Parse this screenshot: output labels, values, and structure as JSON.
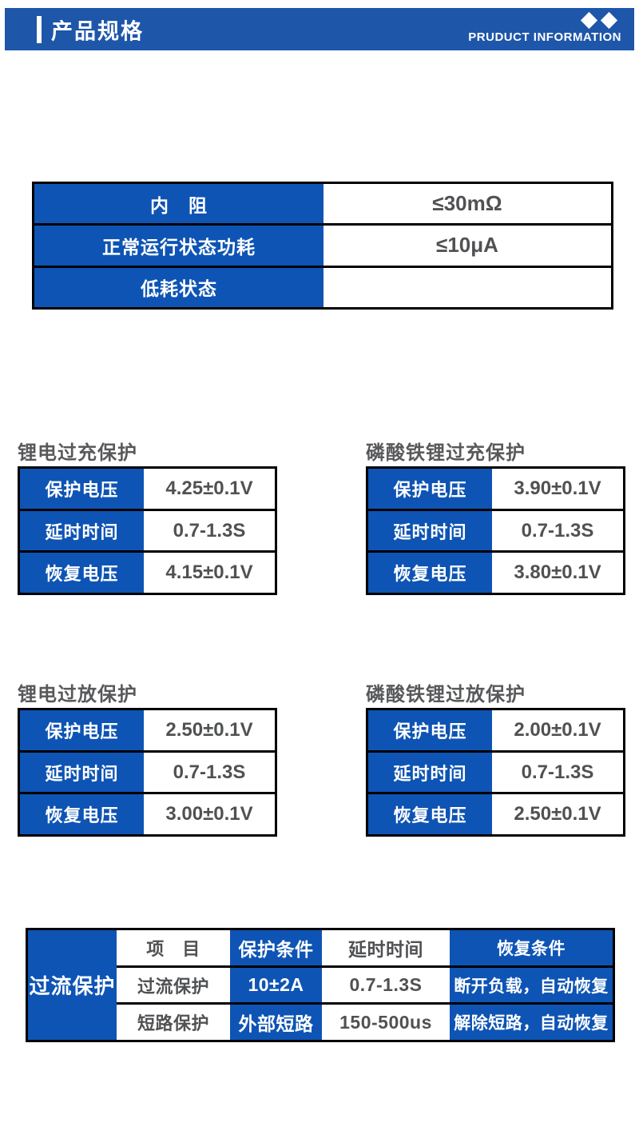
{
  "header": {
    "title": "产品规格",
    "subtitle": "PRUDUCT INFORMATION"
  },
  "colors": {
    "header_blue": "#1e56aa",
    "cell_blue": "#0e54b4",
    "border_black": "#000000",
    "value_gray": "#505153",
    "heading_gray": "#58595b"
  },
  "general_specs": {
    "rows": [
      {
        "label": "内　阻",
        "value": "≤30mΩ"
      },
      {
        "label": "正常运行状态功耗",
        "value": "≤10μA"
      },
      {
        "label": "低耗状态",
        "value": ""
      }
    ]
  },
  "protection_tables": [
    {
      "title": "锂电过充保护",
      "rows": [
        {
          "label": "保护电压",
          "value": "4.25±0.1V"
        },
        {
          "label": "延时时间",
          "value": "0.7-1.3S"
        },
        {
          "label": "恢复电压",
          "value": "4.15±0.1V"
        }
      ]
    },
    {
      "title": "磷酸铁锂过充保护",
      "rows": [
        {
          "label": "保护电压",
          "value": "3.90±0.1V"
        },
        {
          "label": "延时时间",
          "value": "0.7-1.3S"
        },
        {
          "label": "恢复电压",
          "value": "3.80±0.1V"
        }
      ]
    },
    {
      "title": "锂电过放保护",
      "rows": [
        {
          "label": "保护电压",
          "value": "2.50±0.1V"
        },
        {
          "label": "延时时间",
          "value": "0.7-1.3S"
        },
        {
          "label": "恢复电压",
          "value": "3.00±0.1V"
        }
      ]
    },
    {
      "title": "磷酸铁锂过放保护",
      "rows": [
        {
          "label": "保护电压",
          "value": "2.00±0.1V"
        },
        {
          "label": "延时时间",
          "value": "0.7-1.3S"
        },
        {
          "label": "恢复电压",
          "value": "2.50±0.1V"
        }
      ]
    }
  ],
  "overcurrent": {
    "group_label": "过流保护",
    "header": {
      "item": "项　目",
      "condition": "保护条件",
      "delay": "延时时间",
      "recovery": "恢复条件"
    },
    "rows": [
      {
        "item": "过流保护",
        "condition": "10±2A",
        "delay": "0.7-1.3S",
        "recovery": "断开负载，自动恢复"
      },
      {
        "item": "短路保护",
        "condition": "外部短路",
        "delay": "150-500us",
        "recovery": "解除短路，自动恢复"
      }
    ]
  }
}
